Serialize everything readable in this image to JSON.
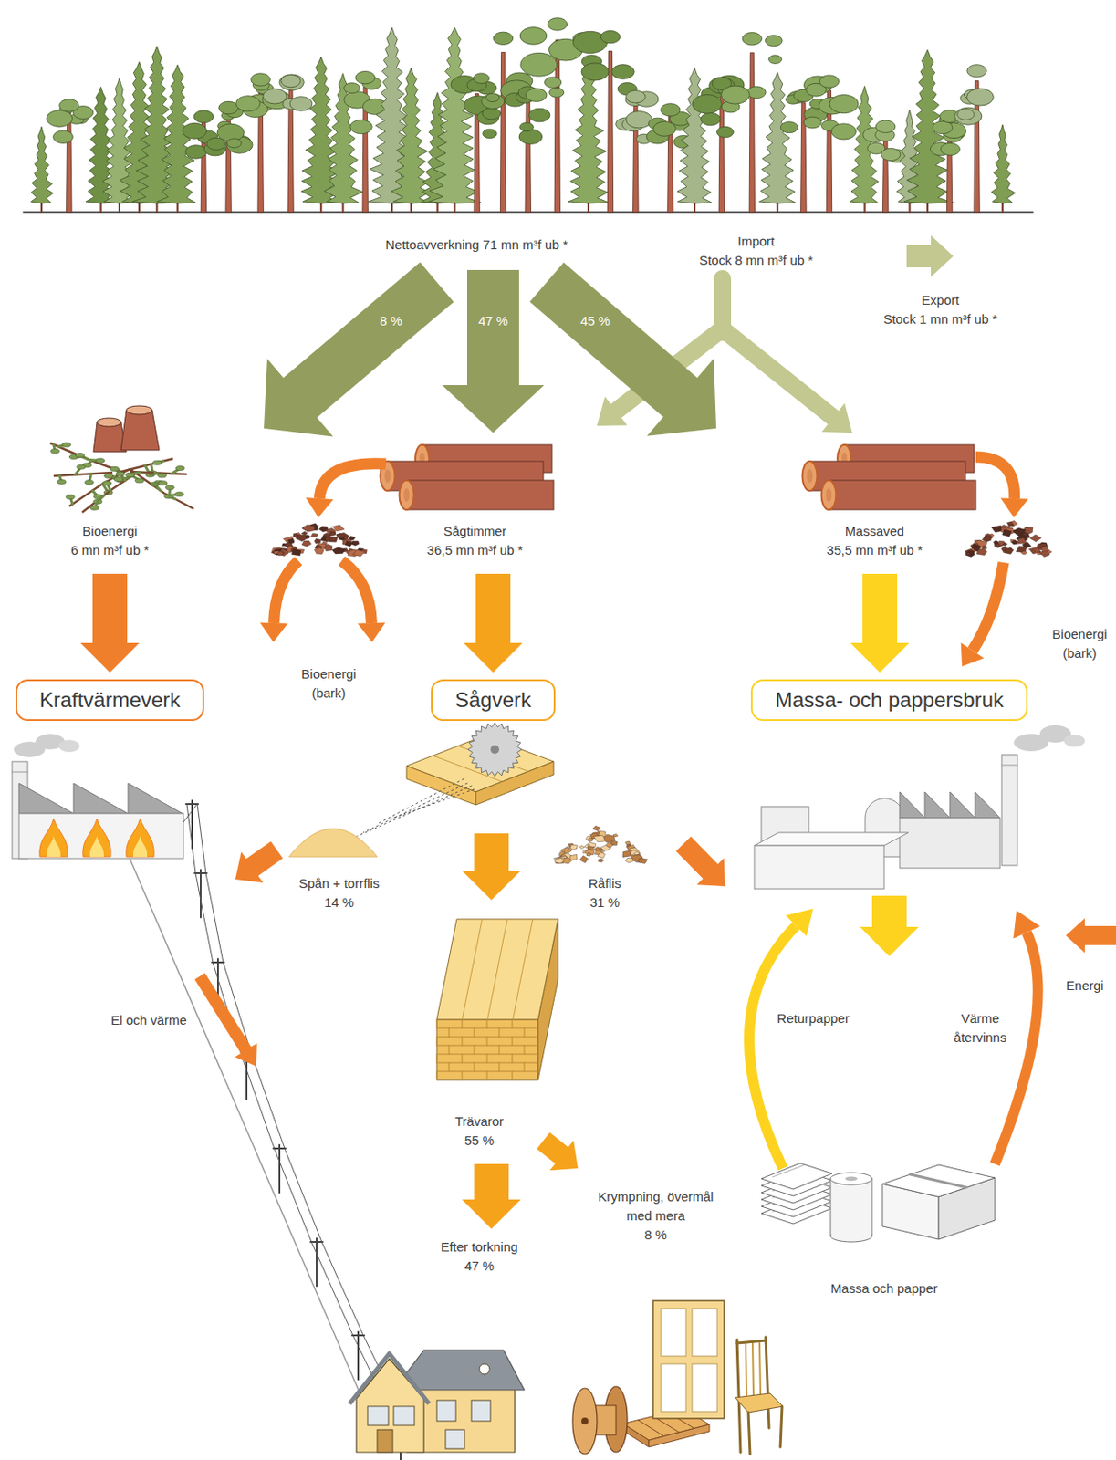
{
  "diagram": {
    "nodes": [
      {
        "text": [
          "Kraftvärmeverk"
        ]
      },
      {
        "text": [
          "Sågverk"
        ]
      },
      {
        "text": [
          "Massa- och pappersbruk"
        ]
      }
    ],
    "labels": [
      "Nettoavverkning 71 mn m³f ub *",
      "Import Stock 8 mn m³f ub *",
      "Export Stock 1 mn m³f ub *",
      "8 %",
      "47 %",
      "45 %",
      "Bioenergi 6 mn m³f ub *",
      "Sågtimmer 36,5 mn m³f ub *",
      "Massaved 35,5 mn m³f ub *",
      "Bioenergi (bark)",
      "Bioenergi (bark)",
      "Spån + torrflis 14 %",
      "Råflis 31 %",
      "Energi",
      "Returpapper",
      "Värme återvinns",
      "El och värme",
      "Trävaror 55 %",
      "Krympning, övermål med mera 8 %",
      "Efter torkning 47 %",
      "Massa och papper"
    ]
  }
}
